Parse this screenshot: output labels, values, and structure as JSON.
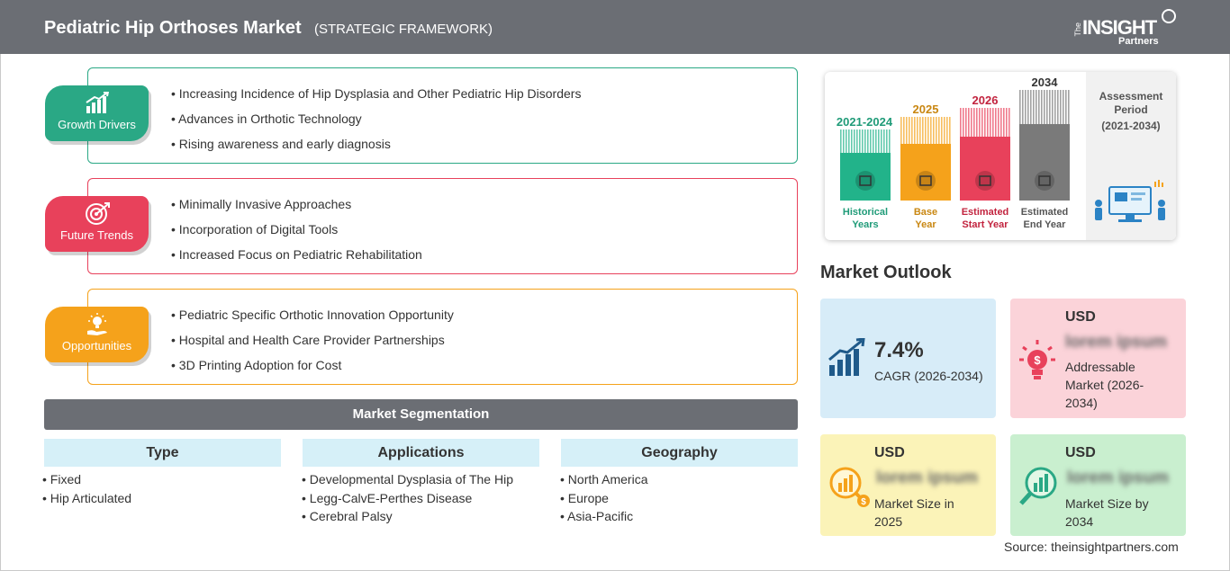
{
  "header": {
    "title": "Pediatric Hip Orthoses Market",
    "subtitle": "(STRATEGIC FRAMEWORK)",
    "logo": {
      "the": "The",
      "main": "INSIGHT",
      "sub": "Partners"
    }
  },
  "colors": {
    "header_bg": "#6b6e74",
    "growth": "#2aa885",
    "trends": "#e8415b",
    "opportunities": "#f5a21b",
    "segment_head_bg": "#d6f0f8"
  },
  "sections": [
    {
      "badge": "Growth Drivers",
      "icon": "growth-chart-icon",
      "items": [
        "Increasing Incidence of Hip Dysplasia and Other Pediatric Hip Disorders",
        "Advances in Orthotic Technology",
        "Rising awareness and early diagnosis"
      ]
    },
    {
      "badge": "Future Trends",
      "icon": "target-icon",
      "items": [
        "Minimally Invasive Approaches",
        "Incorporation of Digital Tools",
        "Increased Focus on Pediatric Rehabilitation"
      ]
    },
    {
      "badge": "Opportunities",
      "icon": "lightbulb-hand-icon",
      "items": [
        "Pediatric Specific Orthotic Innovation Opportunity",
        "Hospital and Health Care Provider Partnerships",
        "3D Printing Adoption for Cost"
      ]
    }
  ],
  "segmentation": {
    "title": "Market Segmentation",
    "columns": [
      {
        "head": "Type",
        "items": [
          "Fixed",
          "Hip Articulated"
        ]
      },
      {
        "head": "Applications",
        "items": [
          "Developmental Dysplasia of The Hip",
          "Legg-CalvE-Perthes Disease",
          "Cerebral Palsy"
        ]
      },
      {
        "head": "Geography",
        "items": [
          "North America",
          "Europe",
          "Asia-Pacific"
        ]
      }
    ]
  },
  "timeline": {
    "columns": [
      {
        "year": "2021-2024",
        "label1": "Historical",
        "label2": "Years",
        "color": "#22b38a",
        "icon": "history-icon"
      },
      {
        "year": "2025",
        "label1": "Base",
        "label2": "Year",
        "color": "#f5a21b",
        "icon": "calendar-icon"
      },
      {
        "year": "2026",
        "label1": "Estimated",
        "label2": "Start Year",
        "color": "#e8415b",
        "icon": "presentation-icon"
      },
      {
        "year": "2034",
        "label1": "Estimated",
        "label2": "End Year",
        "color": "#7a7a7a",
        "icon": "monitor-chart-icon"
      }
    ],
    "assessment_title": "Assessment Period",
    "assessment_range": "(2021-2034)"
  },
  "outlook": {
    "title": "Market Outlook",
    "cagr_value": "7.4%",
    "cagr_label": "CAGR (2026-2034)",
    "addressable_usd": "USD",
    "addressable_value": "lorem ipsum",
    "addressable_label": "Addressable Market (2026-2034)",
    "size2025_usd": "USD",
    "size2025_value": "lorem ipsum",
    "size2025_label": "Market Size in 2025",
    "size2034_usd": "USD",
    "size2034_value": "lorem ipsum",
    "size2034_label": "Market Size by 2034"
  },
  "source": "Source: theinsightpartners.com"
}
